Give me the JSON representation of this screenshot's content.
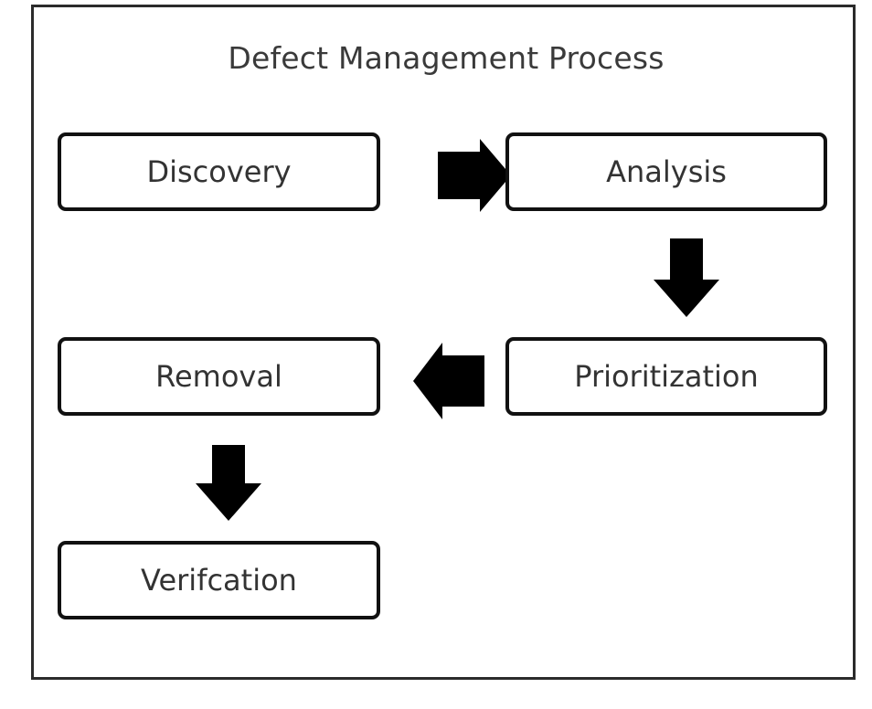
{
  "diagram": {
    "title": "Defect Management Process",
    "frame": {
      "border_color": "#2b2b2b",
      "background": "#ffffff"
    },
    "style": {
      "box_border_color": "#111111",
      "box_fill": "#ffffff",
      "text_color": "#333333",
      "arrow_color": "#000000",
      "title_color": "#3a3a3a"
    },
    "nodes": [
      {
        "id": "discovery",
        "label": "Discovery",
        "row": 1,
        "column": "left"
      },
      {
        "id": "analysis",
        "label": "Analysis",
        "row": 1,
        "column": "right"
      },
      {
        "id": "prioritization",
        "label": "Prioritization",
        "row": 2,
        "column": "right"
      },
      {
        "id": "removal",
        "label": "Removal",
        "row": 2,
        "column": "left"
      },
      {
        "id": "verifcation",
        "label": "Verifcation",
        "row": 3,
        "column": "left"
      }
    ],
    "arrows": [
      {
        "id": "discovery-to-analysis",
        "from": "Discovery",
        "to": "Analysis",
        "direction": "right"
      },
      {
        "id": "analysis-to-prioritization",
        "from": "Analysis",
        "to": "Prioritization",
        "direction": "down"
      },
      {
        "id": "prioritization-to-removal",
        "from": "Prioritization",
        "to": "Removal",
        "direction": "left"
      },
      {
        "id": "removal-to-verifcation",
        "from": "Removal",
        "to": "Verifcation",
        "direction": "down"
      }
    ]
  }
}
